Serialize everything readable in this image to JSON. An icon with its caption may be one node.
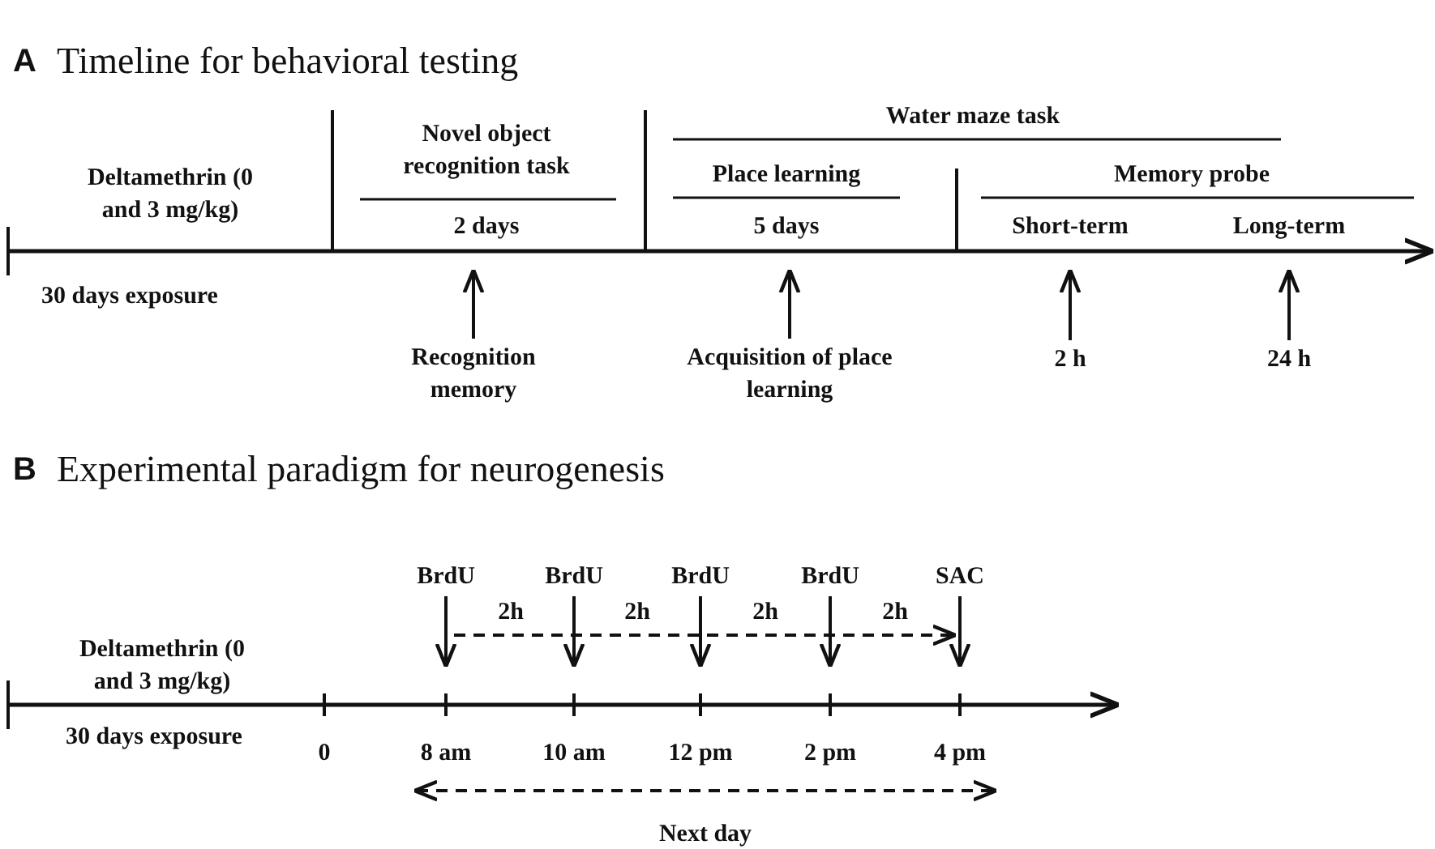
{
  "diagram": {
    "nodes": [
      {
        "text": [
          "Recognition memory"
        ]
      },
      {
        "text": [
          "Acquisition of place learning"
        ]
      },
      {
        "text": [
          "2 h"
        ]
      },
      {
        "text": [
          "24 h"
        ]
      },
      {
        "text": [
          "BrdU"
        ]
      },
      {
        "text": [
          "BrdU"
        ]
      },
      {
        "text": [
          "BrdU"
        ]
      },
      {
        "text": [
          "BrdU"
        ]
      },
      {
        "text": [
          "SAC"
        ]
      }
    ],
    "edges": [
      {
        "from": 0,
        "to": null,
        "arrow": "to"
      },
      {
        "from": 1,
        "to": null,
        "arrow": "to"
      },
      {
        "from": 2,
        "to": null,
        "arrow": "to"
      },
      {
        "from": 3,
        "to": null,
        "arrow": "to"
      },
      {
        "from": 4,
        "to": null,
        "arrow": "to"
      },
      {
        "from": 5,
        "to": null,
        "arrow": "to"
      },
      {
        "from": 6,
        "to": null,
        "arrow": "to"
      },
      {
        "from": 7,
        "to": null,
        "arrow": "to"
      },
      {
        "from": 8,
        "to": null,
        "arrow": "to"
      }
    ],
    "labels": [
      "A",
      "Timeline for behavioral testing",
      "Water maze task",
      "Novel object recognition task",
      "Deltamethrin (0 and 3 mg/kg)",
      "Place learning",
      "Memory probe",
      "2 days",
      "5 days",
      "Short-term",
      "Long-term",
      "30 days exposure",
      "B",
      "Experimental paradigm for neurogenesis",
      "2h",
      "2h",
      "2h",
      "2h",
      "Deltamethrin (0 and 3 mg/kg)",
      "30 days exposure",
      "0",
      "8 am",
      "10 am",
      "12 pm",
      "2 pm",
      "4 pm",
      "Next day"
    ]
  }
}
